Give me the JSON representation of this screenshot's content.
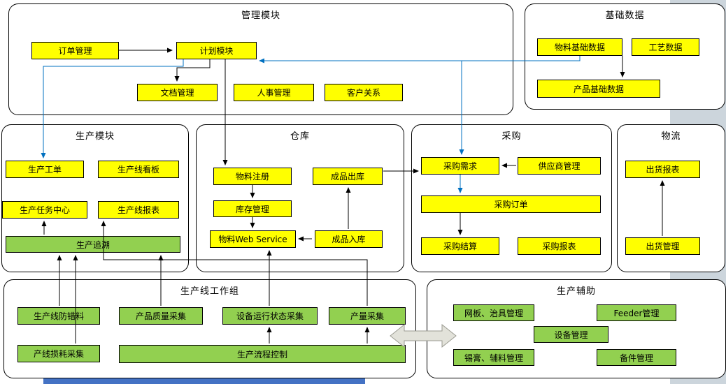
{
  "colors": {
    "yellow": "#ffff00",
    "green": "#92d050",
    "blue_line": "#0070c0",
    "band_gray": "#ccd5dc",
    "band_blue": "#4472c4"
  },
  "containers": {
    "management": {
      "title": "管理模块",
      "items": {
        "order": "订单管理",
        "plan": "计划模块",
        "doc": "文档管理",
        "hr": "人事管理",
        "crm": "客户关系"
      }
    },
    "base_data": {
      "title": "基础数据",
      "items": {
        "material": "物料基础数据",
        "process": "工艺数据",
        "product": "产品基础数据"
      }
    },
    "production": {
      "title": "生产模块",
      "items": {
        "work_order": "生产工单",
        "kanban": "生产线看板",
        "task_center": "生产任务中心",
        "line_report": "生产线报表",
        "trace": "生产追溯"
      }
    },
    "warehouse": {
      "title": "仓库",
      "items": {
        "material_reg": "物料注册",
        "finished_out": "成品出库",
        "inventory": "库存管理",
        "material_ws": "物料Web Service",
        "finished_in": "成品入库"
      }
    },
    "purchase": {
      "title": "采购",
      "items": {
        "demand": "采购需求",
        "supplier": "供应商管理",
        "order": "采购订单",
        "settle": "采购结算",
        "report": "采购报表"
      }
    },
    "logistics": {
      "title": "物流",
      "items": {
        "ship_report": "出货报表",
        "ship_mgmt": "出货管理"
      }
    },
    "line_group": {
      "title": "生产线工作组",
      "items": {
        "error_proof": "生产线防错料",
        "quality": "产品质量采集",
        "equip_status": "设备运行状态采集",
        "output": "产量采集",
        "loss": "产线损耗采集",
        "process_ctrl": "生产流程控制"
      }
    },
    "aux": {
      "title": "生产辅助",
      "items": {
        "stencil": "网板、治具管理",
        "feeder": "Feeder管理",
        "equipment": "设备管理",
        "solder": "锡膏、辅料管理",
        "spare": "备件管理"
      }
    }
  }
}
